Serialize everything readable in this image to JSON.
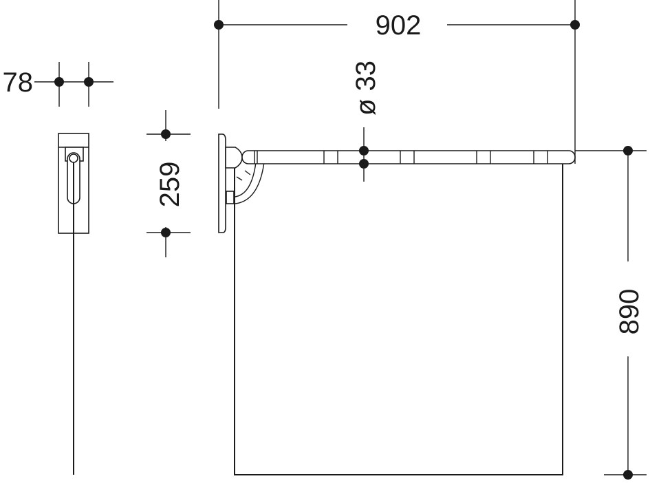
{
  "diagram": {
    "dimensions": {
      "depth": "78",
      "length": "902",
      "diameter": "ø 33",
      "plate_height": "259",
      "drop_height": "890"
    },
    "colors": {
      "line": "#1a1a1a",
      "background": "#ffffff"
    }
  }
}
